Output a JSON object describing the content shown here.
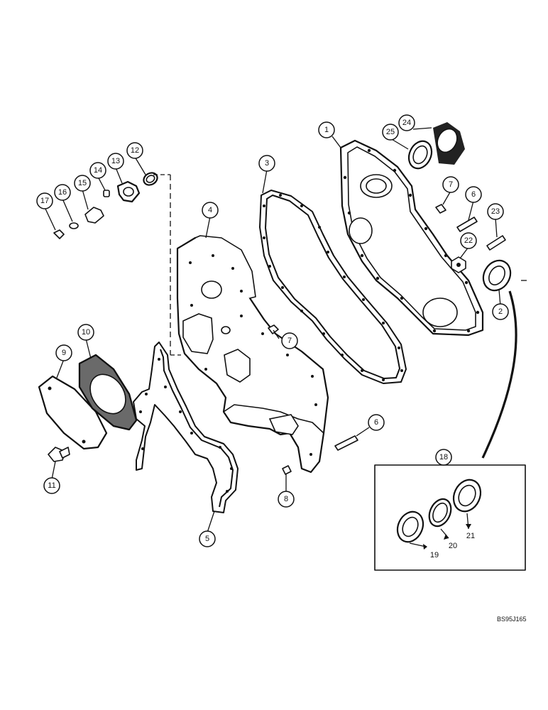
{
  "diagram": {
    "callouts": {
      "c1": "1",
      "c2": "2",
      "c3": "3",
      "c4": "4",
      "c5": "5",
      "c6a": "6",
      "c6b": "6",
      "c7a": "7",
      "c7b": "7",
      "c8": "8",
      "c9": "9",
      "c10": "10",
      "c11": "11",
      "c12": "12",
      "c13": "13",
      "c14": "14",
      "c15": "15",
      "c16": "16",
      "c17": "17",
      "c18": "18",
      "c19": "19",
      "c20": "20",
      "c21": "21",
      "c22": "22",
      "c23": "23",
      "c24": "24",
      "c25": "25"
    },
    "reference_code": "BS95J165"
  }
}
